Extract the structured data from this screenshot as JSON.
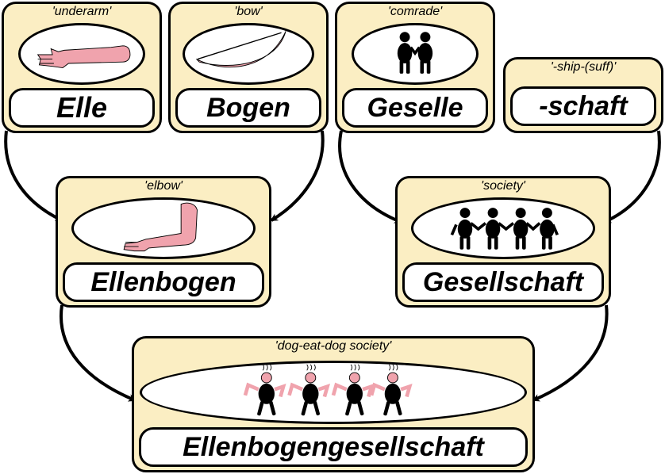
{
  "diagram": {
    "boxes": [
      {
        "id": "elle",
        "gloss": "'underarm'",
        "word": "Elle",
        "image": "forearm-icon"
      },
      {
        "id": "bogen",
        "gloss": "'bow'",
        "word": "Bogen",
        "image": "bow-icon"
      },
      {
        "id": "geselle",
        "gloss": "'comrade'",
        "word": "Geselle",
        "image": "two-people-icon"
      },
      {
        "id": "schaft",
        "gloss": "'-ship-(suff)'",
        "word": "-schaft"
      },
      {
        "id": "ellenbogen",
        "gloss": "'elbow'",
        "word": "Ellenbogen",
        "image": "bent-arm-icon"
      },
      {
        "id": "gesellschaft",
        "gloss": "'society'",
        "word": "Gesellschaft",
        "image": "four-people-icon"
      },
      {
        "id": "ellenbogengesellschaft",
        "gloss": "'dog-eat-dog society'",
        "word": "Ellenbogengesellschaft",
        "image": "elbowing-people-icon"
      }
    ],
    "colors": {
      "card": "#fbeec3",
      "arm": "#f0a3ad",
      "outline": "#000000"
    }
  }
}
